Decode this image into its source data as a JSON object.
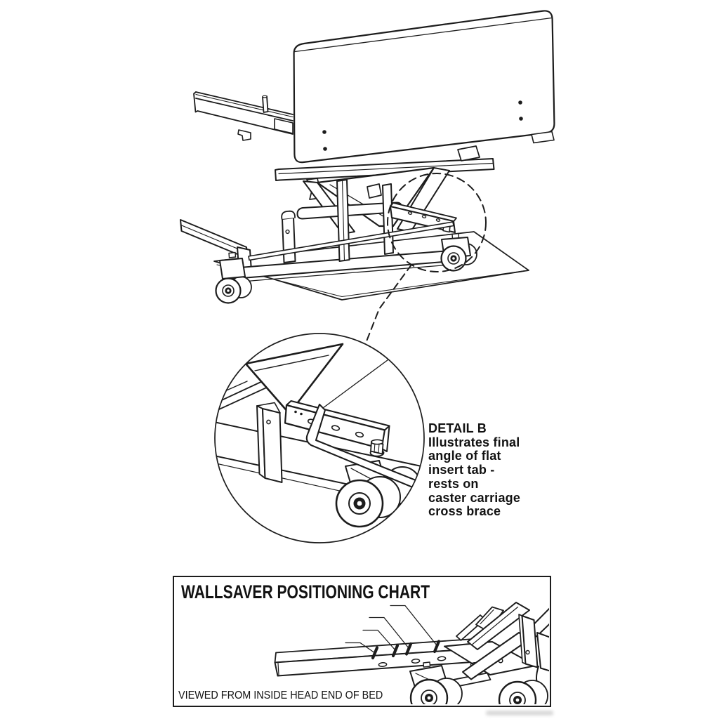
{
  "colors": {
    "background": "#ffffff",
    "line": "#1c1c1c",
    "text": "#121212"
  },
  "detail_callout": {
    "heading": "DETAIL B",
    "lines": [
      "Illustrates final",
      "angle of flat",
      "insert tab -",
      "rests on",
      "caster carriage",
      "cross brace"
    ]
  },
  "positioning_chart": {
    "title": "WALLSAVER POSITIONING CHART",
    "caption": "VIEWED FROM INSIDE HEAD END OF BED"
  }
}
